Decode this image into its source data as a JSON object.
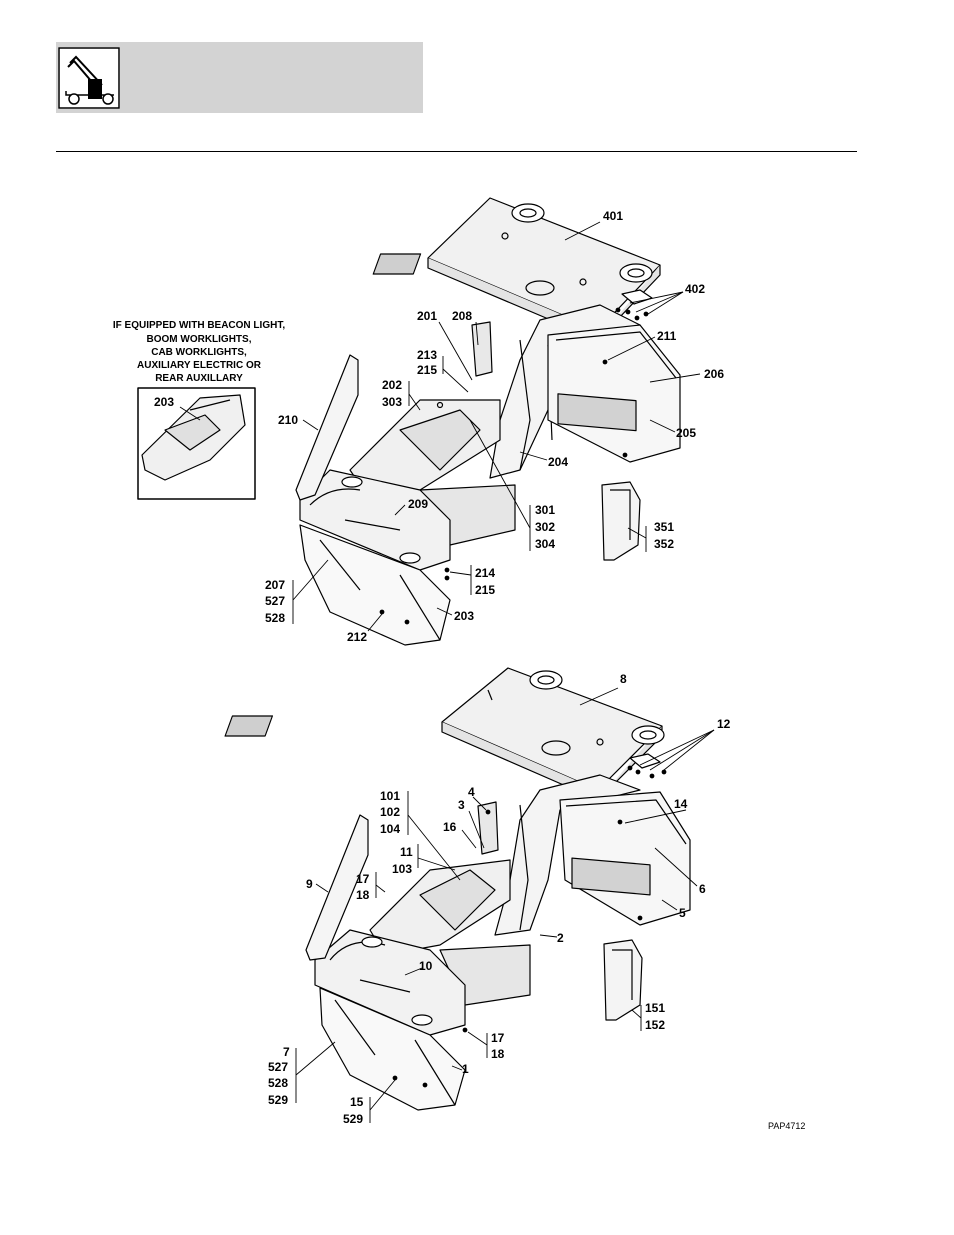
{
  "header": {
    "logo_icon": "telehandler-machine-icon"
  },
  "note": {
    "lines": [
      "IF EQUIPPED WITH BEACON LIGHT,",
      "BOOM WORKLIGHTS,",
      "CAB WORKLIGHTS,",
      "AUXILIARY ELECTRIC OR",
      "REAR AUXILLARY"
    ],
    "inset_label": "203"
  },
  "upper_labels": {
    "l401": "401",
    "l402": "402",
    "l201": "201",
    "l208": "208",
    "l211": "211",
    "l213": "213",
    "l215a": "215",
    "l202": "202",
    "l303": "303",
    "l206": "206",
    "l210": "210",
    "l205": "205",
    "l204": "204",
    "l209": "209",
    "l301": "301",
    "l302": "302",
    "l304": "304",
    "l351": "351",
    "l352": "352",
    "l207": "207",
    "l527": "527",
    "l528": "528",
    "l214": "214",
    "l215b": "215",
    "l212": "212",
    "l203": "203"
  },
  "lower_labels": {
    "l8": "8",
    "l12": "12",
    "l4": "4",
    "l3": "3",
    "l14": "14",
    "l101": "101",
    "l102": "102",
    "l104": "104",
    "l16": "16",
    "l11": "11",
    "l103": "103",
    "l17a": "17",
    "l18a": "18",
    "l9": "9",
    "l6": "6",
    "l5": "5",
    "l2": "2",
    "l10": "10",
    "l151": "151",
    "l152": "152",
    "l7": "7",
    "l527": "527",
    "l528": "528",
    "l529a": "529",
    "l17b": "17",
    "l18b": "18",
    "l1": "1",
    "l15": "15",
    "l529b": "529"
  },
  "figure_ref": "PAP4712"
}
